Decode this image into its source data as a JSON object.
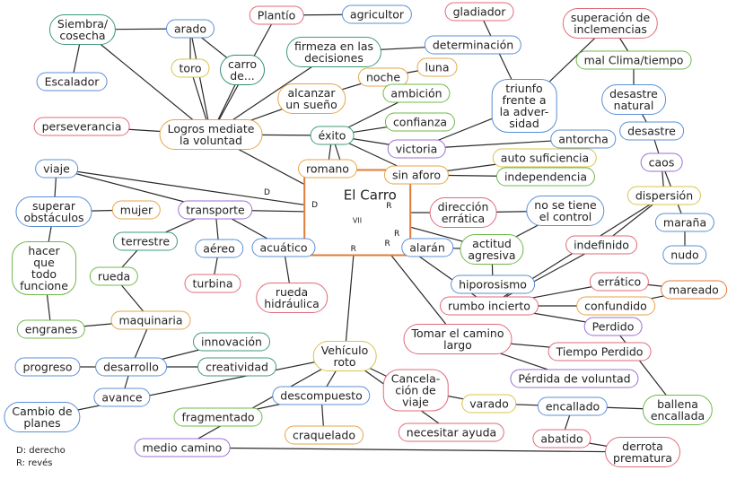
{
  "center": {
    "title": "El Carro",
    "subtitle": "VII",
    "color": "#e07b39"
  },
  "nodes": [
    {
      "id": "siembra",
      "label": "Siembra/\ncosecha",
      "color": "#3f9a7a"
    },
    {
      "id": "arado",
      "label": "arado",
      "color": "#5a8fd6"
    },
    {
      "id": "plantio",
      "label": "Plantío",
      "color": "#e06a7a"
    },
    {
      "id": "agricultor",
      "label": "agricultor",
      "color": "#5a8fd6"
    },
    {
      "id": "gladiador",
      "label": "gladiador",
      "color": "#e06a7a"
    },
    {
      "id": "superacion",
      "label": "superación de\ninclemencias",
      "color": "#e06a7a"
    },
    {
      "id": "toro",
      "label": "toro",
      "color": "#d9c44a"
    },
    {
      "id": "carro_de",
      "label": "carro\nde...",
      "color": "#2e8f70"
    },
    {
      "id": "firmeza",
      "label": "firmeza en las\ndecisiones",
      "color": "#3f9a7a"
    },
    {
      "id": "determinacion",
      "label": "determinación",
      "color": "#5a8fd6"
    },
    {
      "id": "noche",
      "label": "noche",
      "color": "#e5a54a"
    },
    {
      "id": "luna",
      "label": "luna",
      "color": "#e5a54a"
    },
    {
      "id": "triunfo",
      "label": "triunfo\nfrente a\nla adver-\nsidad",
      "color": "#5a8fd6"
    },
    {
      "id": "mal_clima",
      "label": "mal Clima/tiempo",
      "color": "#6fb84a"
    },
    {
      "id": "escalador",
      "label": "Escalador",
      "color": "#5a8fd6"
    },
    {
      "id": "alcanzar",
      "label": "alcanzar\nun sueño",
      "color": "#e5a54a"
    },
    {
      "id": "ambicion",
      "label": "ambición",
      "color": "#6fb84a"
    },
    {
      "id": "desastre_natural",
      "label": "desastre\nnatural",
      "color": "#5a8fd6"
    },
    {
      "id": "perseverancia",
      "label": "perseverancia",
      "color": "#e06a7a"
    },
    {
      "id": "logros",
      "label": "Logros mediate\nla voluntad",
      "color": "#e5a54a"
    },
    {
      "id": "exito",
      "label": "éxito",
      "color": "#3f9a7a"
    },
    {
      "id": "confianza",
      "label": "confianza",
      "color": "#6fb84a"
    },
    {
      "id": "desastre",
      "label": "desastre",
      "color": "#5a8fd6"
    },
    {
      "id": "victoria",
      "label": "victoria",
      "color": "#9b6fd1"
    },
    {
      "id": "antorcha",
      "label": "antorcha",
      "color": "#5a8fd6"
    },
    {
      "id": "viaje",
      "label": "viaje",
      "color": "#5a8fd6"
    },
    {
      "id": "romano",
      "label": "romano",
      "color": "#e5a54a"
    },
    {
      "id": "sin_aforo",
      "label": "sin aforo",
      "color": "#e5a54a"
    },
    {
      "id": "auto_suficiencia",
      "label": "auto suficiencia",
      "color": "#d9c44a"
    },
    {
      "id": "caos",
      "label": "caos",
      "color": "#9b6fd1"
    },
    {
      "id": "independencia",
      "label": "independencia",
      "color": "#6fb84a"
    },
    {
      "id": "superar",
      "label": "superar\nobstáculos",
      "color": "#5a8fd6"
    },
    {
      "id": "mujer",
      "label": "mujer",
      "color": "#e5a54a"
    },
    {
      "id": "transporte",
      "label": "transporte",
      "color": "#9b6fd1"
    },
    {
      "id": "direccion",
      "label": "dirección\nerrática",
      "color": "#e06a7a"
    },
    {
      "id": "no_tiene_control",
      "label": "no se tiene\nel control",
      "color": "#5a8fd6"
    },
    {
      "id": "dispersion",
      "label": "dispersión",
      "color": "#d9c44a"
    },
    {
      "id": "marana",
      "label": "maraña",
      "color": "#5a8fd6"
    },
    {
      "id": "hacer_funcione",
      "label": "hacer\nque\ntodo\nfuncione",
      "color": "#6fb84a"
    },
    {
      "id": "terrestre",
      "label": "terrestre",
      "color": "#3f9a7a"
    },
    {
      "id": "aereo",
      "label": "aéreo",
      "color": "#5a8fd6"
    },
    {
      "id": "acuatico",
      "label": "acuático",
      "color": "#5a8fd6"
    },
    {
      "id": "alaran",
      "label": "alarán",
      "color": "#5a8fd6"
    },
    {
      "id": "actitud_agresiva",
      "label": "actitud\nagresiva",
      "color": "#6fb84a"
    },
    {
      "id": "indefinido",
      "label": "indefinido",
      "color": "#e06a7a"
    },
    {
      "id": "nudo",
      "label": "nudo",
      "color": "#5a8fd6"
    },
    {
      "id": "rueda",
      "label": "rueda",
      "color": "#6fb84a"
    },
    {
      "id": "turbina",
      "label": "turbina",
      "color": "#e06a7a"
    },
    {
      "id": "rueda_hidraulica",
      "label": "rueda\nhidráulica",
      "color": "#e06a7a"
    },
    {
      "id": "hiporosismo",
      "label": "hiporosismo",
      "color": "#5a8fd6"
    },
    {
      "id": "erratico",
      "label": "errático",
      "color": "#e06a7a"
    },
    {
      "id": "mareado",
      "label": "mareado",
      "color": "#e07b39"
    },
    {
      "id": "rumbo_incierto",
      "label": "rumbo incierto",
      "color": "#e06a7a"
    },
    {
      "id": "confundido",
      "label": "confundido",
      "color": "#e5a54a"
    },
    {
      "id": "engranes",
      "label": "engranes",
      "color": "#6fb84a"
    },
    {
      "id": "maquinaria",
      "label": "maquinaria",
      "color": "#e5a54a"
    },
    {
      "id": "perdido",
      "label": "Perdido",
      "color": "#9b6fd1"
    },
    {
      "id": "tomar_largo",
      "label": "Tomar el camino\nlargo",
      "color": "#e06a7a"
    },
    {
      "id": "innovacion",
      "label": "innovación",
      "color": "#3f9a7a"
    },
    {
      "id": "vehiculo_roto",
      "label": "Vehículo\nroto",
      "color": "#d9c44a"
    },
    {
      "id": "tiempo_perdido",
      "label": "Tiempo Perdido",
      "color": "#e06a7a"
    },
    {
      "id": "progreso",
      "label": "progreso",
      "color": "#5a8fd6"
    },
    {
      "id": "desarrollo",
      "label": "desarrollo",
      "color": "#5a8fd6"
    },
    {
      "id": "creatividad",
      "label": "creatividad",
      "color": "#3f9a7a"
    },
    {
      "id": "perdida_voluntad",
      "label": "Pérdida de voluntad",
      "color": "#9b6fd1"
    },
    {
      "id": "cancelacion",
      "label": "Cancela-\nción de\nviaje",
      "color": "#e06a7a"
    },
    {
      "id": "avance",
      "label": "avance",
      "color": "#5a8fd6"
    },
    {
      "id": "descompuesto",
      "label": "descompuesto",
      "color": "#5a8fd6"
    },
    {
      "id": "varado",
      "label": "varado",
      "color": "#d9c44a"
    },
    {
      "id": "encallado",
      "label": "encallado",
      "color": "#5a8fd6"
    },
    {
      "id": "ballena",
      "label": "ballena\nencallada",
      "color": "#6fb84a"
    },
    {
      "id": "cambio_planes",
      "label": "Cambio de\nplanes",
      "color": "#5a8fd6"
    },
    {
      "id": "fragmentado",
      "label": "fragmentado",
      "color": "#6fb84a"
    },
    {
      "id": "craquelado",
      "label": "craquelado",
      "color": "#e5a54a"
    },
    {
      "id": "necesitar_ayuda",
      "label": "necesitar ayuda",
      "color": "#e06a7a"
    },
    {
      "id": "abatido",
      "label": "abatido",
      "color": "#e06a7a"
    },
    {
      "id": "medio_camino",
      "label": "medio camino",
      "color": "#9b6fd1"
    },
    {
      "id": "derrota",
      "label": "derrota\nprematura",
      "color": "#e06a7a"
    }
  ],
  "edges": [
    [
      "center",
      "viaje"
    ],
    [
      "center",
      "transporte"
    ],
    [
      "center",
      "logros"
    ],
    [
      "center",
      "romano"
    ],
    [
      "center",
      "exito"
    ],
    [
      "center",
      "direccion"
    ],
    [
      "center",
      "rumbo_incierto"
    ],
    [
      "center",
      "tomar_largo"
    ],
    [
      "center",
      "vehiculo_roto"
    ],
    [
      "center",
      "actitud_agresiva"
    ],
    [
      "logros",
      "siembra"
    ],
    [
      "logros",
      "arado"
    ],
    [
      "logros",
      "toro"
    ],
    [
      "logros",
      "carro_de"
    ],
    [
      "logros",
      "firmeza"
    ],
    [
      "logros",
      "alcanzar"
    ],
    [
      "logros",
      "perseverancia"
    ],
    [
      "logros",
      "exito"
    ],
    [
      "logros",
      "plantio"
    ],
    [
      "siembra",
      "arado"
    ],
    [
      "siembra",
      "escalador"
    ],
    [
      "arado",
      "toro"
    ],
    [
      "arado",
      "carro_de"
    ],
    [
      "plantio",
      "agricultor"
    ],
    [
      "firmeza",
      "determinacion"
    ],
    [
      "alcanzar",
      "noche"
    ],
    [
      "noche",
      "luna"
    ],
    [
      "exito",
      "ambicion"
    ],
    [
      "exito",
      "confianza"
    ],
    [
      "exito",
      "victoria"
    ],
    [
      "exito",
      "romano"
    ],
    [
      "exito",
      "sin_aforo"
    ],
    [
      "victoria",
      "triunfo"
    ],
    [
      "victoria",
      "antorcha"
    ],
    [
      "sin_aforo",
      "auto_suficiencia"
    ],
    [
      "sin_aforo",
      "independencia"
    ],
    [
      "gladiador",
      "triunfo"
    ],
    [
      "triunfo",
      "superacion"
    ],
    [
      "superacion",
      "mal_clima"
    ],
    [
      "mal_clima",
      "desastre_natural"
    ],
    [
      "desastre_natural",
      "desastre"
    ],
    [
      "desastre",
      "caos"
    ],
    [
      "caos",
      "dispersion"
    ],
    [
      "caos",
      "marana"
    ],
    [
      "marana",
      "nudo"
    ],
    [
      "dispersion",
      "indefinido"
    ],
    [
      "dispersion",
      "rumbo_incierto"
    ],
    [
      "viaje",
      "superar"
    ],
    [
      "viaje",
      "transporte"
    ],
    [
      "superar",
      "mujer"
    ],
    [
      "superar",
      "hacer_funcione"
    ],
    [
      "hacer_funcione",
      "engranes"
    ],
    [
      "transporte",
      "terrestre"
    ],
    [
      "transporte",
      "aereo"
    ],
    [
      "transporte",
      "acuatico"
    ],
    [
      "terrestre",
      "rueda"
    ],
    [
      "rueda",
      "maquinaria"
    ],
    [
      "aereo",
      "turbina"
    ],
    [
      "acuatico",
      "rueda_hidraulica"
    ],
    [
      "maquinaria",
      "engranes"
    ],
    [
      "maquinaria",
      "desarrollo"
    ],
    [
      "desarrollo",
      "innovacion"
    ],
    [
      "desarrollo",
      "creatividad"
    ],
    [
      "desarrollo",
      "progreso"
    ],
    [
      "desarrollo",
      "avance"
    ],
    [
      "direccion",
      "no_tiene_control"
    ],
    [
      "no_tiene_control",
      "actitud_agresiva"
    ],
    [
      "actitud_agresiva",
      "alaran"
    ],
    [
      "actitud_agresiva",
      "hiporosismo"
    ],
    [
      "rumbo_incierto",
      "indefinido"
    ],
    [
      "rumbo_incierto",
      "erratico"
    ],
    [
      "rumbo_incierto",
      "confundido"
    ],
    [
      "rumbo_incierto",
      "perdido"
    ],
    [
      "erratico",
      "mareado"
    ],
    [
      "confundido",
      "mareado"
    ],
    [
      "tomar_largo",
      "tiempo_perdido"
    ],
    [
      "tomar_largo",
      "perdida_voluntad"
    ],
    [
      "vehiculo_roto",
      "descompuesto"
    ],
    [
      "vehiculo_roto",
      "cancelacion"
    ],
    [
      "vehiculo_roto",
      "necesitar_ayuda"
    ],
    [
      "vehiculo_roto",
      "medio_camino"
    ],
    [
      "vehiculo_roto",
      "cambio_planes"
    ],
    [
      "descompuesto",
      "fragmentado"
    ],
    [
      "descompuesto",
      "craquelado"
    ],
    [
      "cancelacion",
      "varado"
    ],
    [
      "varado",
      "encallado"
    ],
    [
      "encallado",
      "ballena"
    ],
    [
      "encallado",
      "abatido"
    ],
    [
      "abatido",
      "derrota"
    ],
    [
      "medio_camino",
      "derrota"
    ],
    [
      "ballena",
      "perdido"
    ]
  ],
  "link_tags": [
    {
      "from": "center",
      "to": "viaje",
      "label": "D"
    },
    {
      "from": "center",
      "to": "transporte",
      "label": "D"
    },
    {
      "from": "center",
      "to": "direccion",
      "label": "R"
    },
    {
      "from": "center",
      "to": "vehiculo_roto",
      "label": "R"
    },
    {
      "from": "center",
      "to": "tomar_largo",
      "label": "R"
    },
    {
      "from": "center",
      "to": "rumbo_incierto",
      "label": "R"
    }
  ],
  "legend": {
    "line1": "D: derecho",
    "line2": "R: revés"
  }
}
